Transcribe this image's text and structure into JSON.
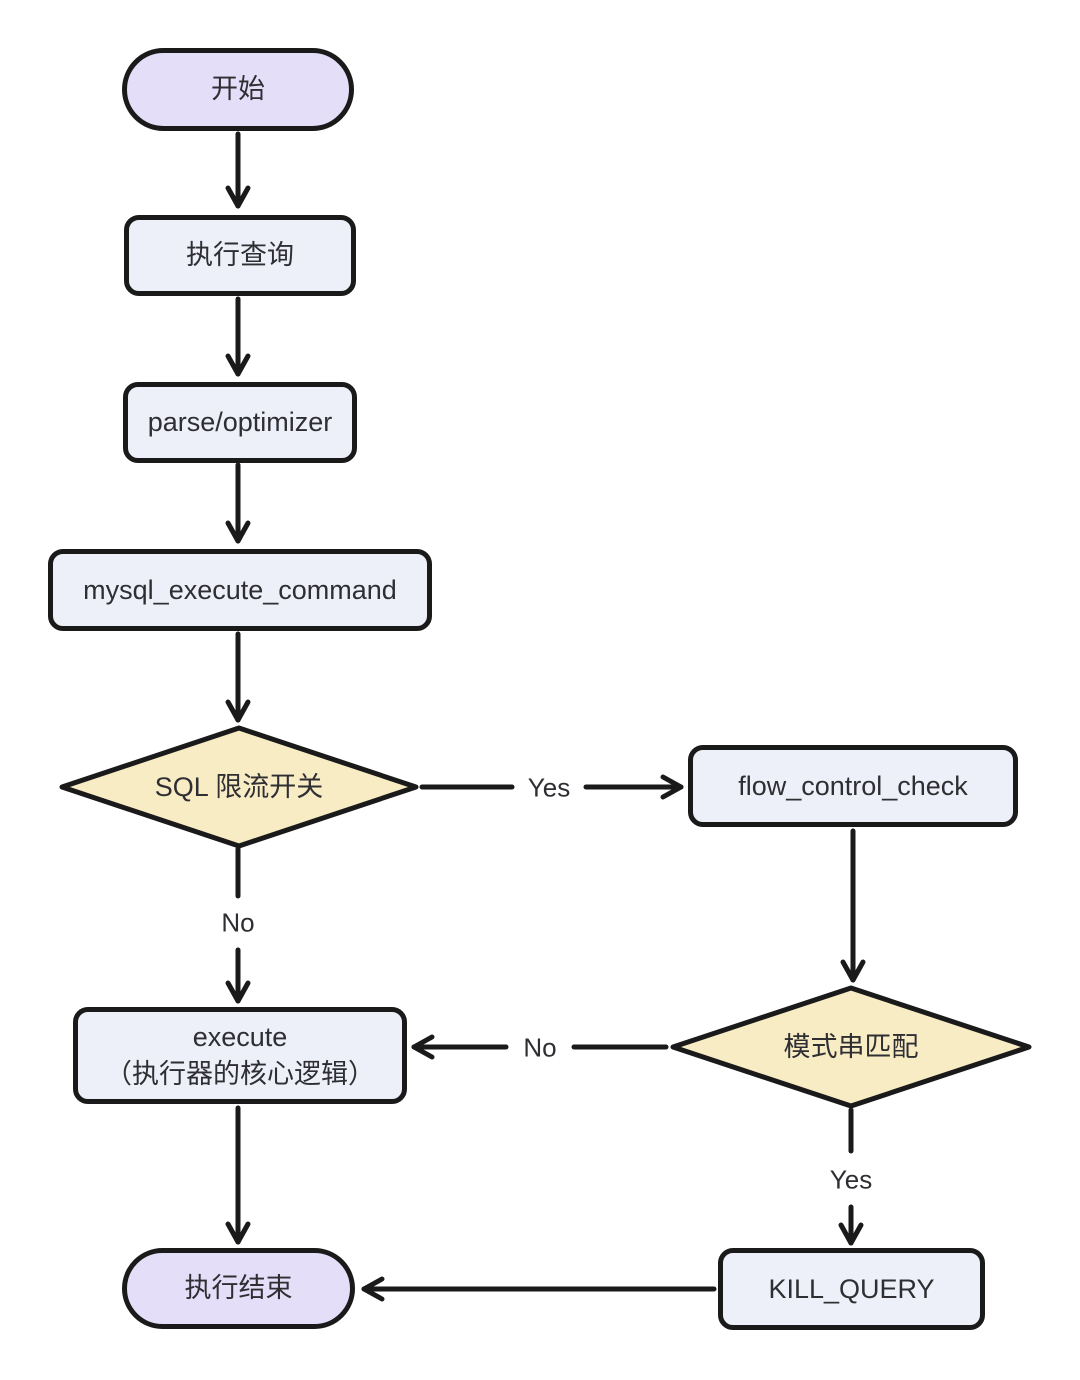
{
  "colors": {
    "bg": "#ffffff",
    "stroke": "#1a1a1a",
    "text": "#2e2e33",
    "terminal_fill": "#e5def8",
    "process_fill": "#edf0f8",
    "decision_fill": "#f8ecc5"
  },
  "nodes": {
    "start": {
      "type": "terminal",
      "label": "开始"
    },
    "run_query": {
      "type": "process",
      "label": "执行查询"
    },
    "parse_optimizer": {
      "type": "process",
      "label": "parse/optimizer"
    },
    "mysql_execute_command": {
      "type": "process",
      "label": "mysql_execute_command"
    },
    "sql_throttle_switch": {
      "type": "decision",
      "label": "SQL 限流开关"
    },
    "flow_control_check": {
      "type": "process",
      "label": "flow_control_check"
    },
    "pattern_match": {
      "type": "decision",
      "label": "模式串匹配"
    },
    "execute": {
      "type": "process",
      "label": "execute",
      "sublabel": "（执行器的核心逻辑）"
    },
    "kill_query": {
      "type": "process",
      "label": "KILL_QUERY"
    },
    "end": {
      "type": "terminal",
      "label": "执行结束"
    }
  },
  "edge_labels": {
    "sql_yes": "Yes",
    "sql_no": "No",
    "pattern_no": "No",
    "pattern_yes": "Yes"
  }
}
